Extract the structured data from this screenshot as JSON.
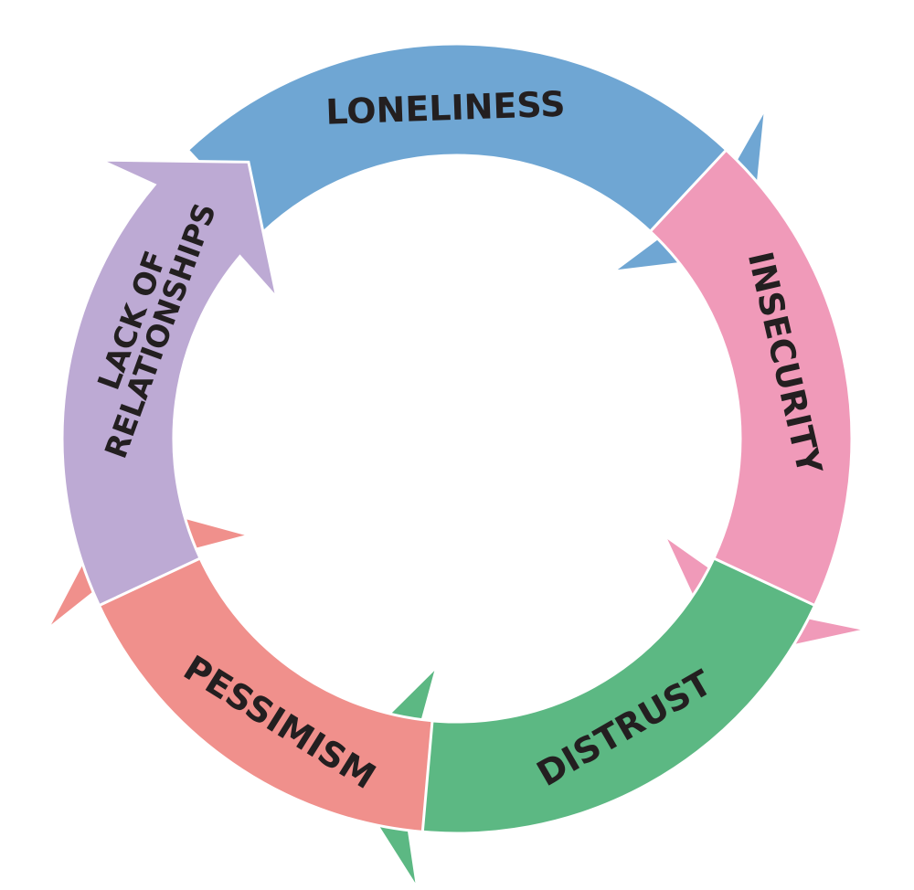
{
  "diagram": {
    "type": "cycle",
    "segments": [
      {
        "id": "loneliness",
        "label": "LONELINESS",
        "lines": [
          "LONELINESS"
        ],
        "color": "#6fa6d3"
      },
      {
        "id": "insecurity",
        "label": "INSECURITY",
        "lines": [
          "INSECURITY"
        ],
        "color": "#f09ab9"
      },
      {
        "id": "distrust",
        "label": "DISTRUST",
        "lines": [
          "DISTRUST"
        ],
        "color": "#5cb883"
      },
      {
        "id": "pessimism",
        "label": "PESSIMISM",
        "lines": [
          "PESSIMISM"
        ],
        "color": "#f0908c"
      },
      {
        "id": "lack-of-relationships",
        "label": "LACK OF RELATIONSHIPS",
        "lines": [
          "LACK OF",
          "RELATIONSHIPS"
        ],
        "color": "#bdaad4"
      }
    ]
  }
}
